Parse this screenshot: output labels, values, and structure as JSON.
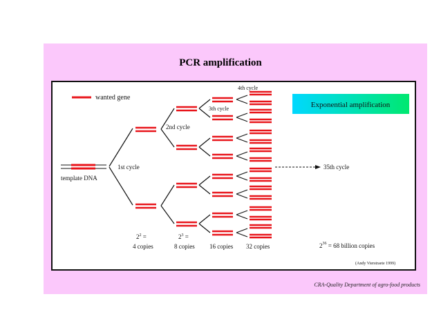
{
  "title": "PCR amplification",
  "legend": {
    "label": "wanted gene",
    "color": "#e8141a"
  },
  "template_label": "template DNA",
  "cycles": {
    "first": "1st cycle",
    "second": "2nd cycle",
    "third": "3th cycle",
    "fourth": "4th cycle",
    "last": "35th cycle"
  },
  "badge": {
    "text": "Exponential amplification",
    "gradient": [
      "#00d8ff",
      "#00e870"
    ]
  },
  "copies": [
    {
      "base": "2",
      "exp": "2",
      "suffix": " =",
      "label": "4 copies"
    },
    {
      "base": "2",
      "exp": "3",
      "suffix": " =",
      "label": "8 copies"
    },
    {
      "label": "16 copies"
    },
    {
      "label": "32 copies"
    }
  ],
  "final_count": {
    "base": "2",
    "exp": "36",
    "text": " = 68 billion copies"
  },
  "author_note": "(Andy Vierstraete 1999)",
  "footer": "CRA-Quality Department of agro-food products",
  "colors": {
    "background": "#fbc8fb",
    "strand": "#e8141a",
    "dna_gray": "#8a8a8a"
  }
}
